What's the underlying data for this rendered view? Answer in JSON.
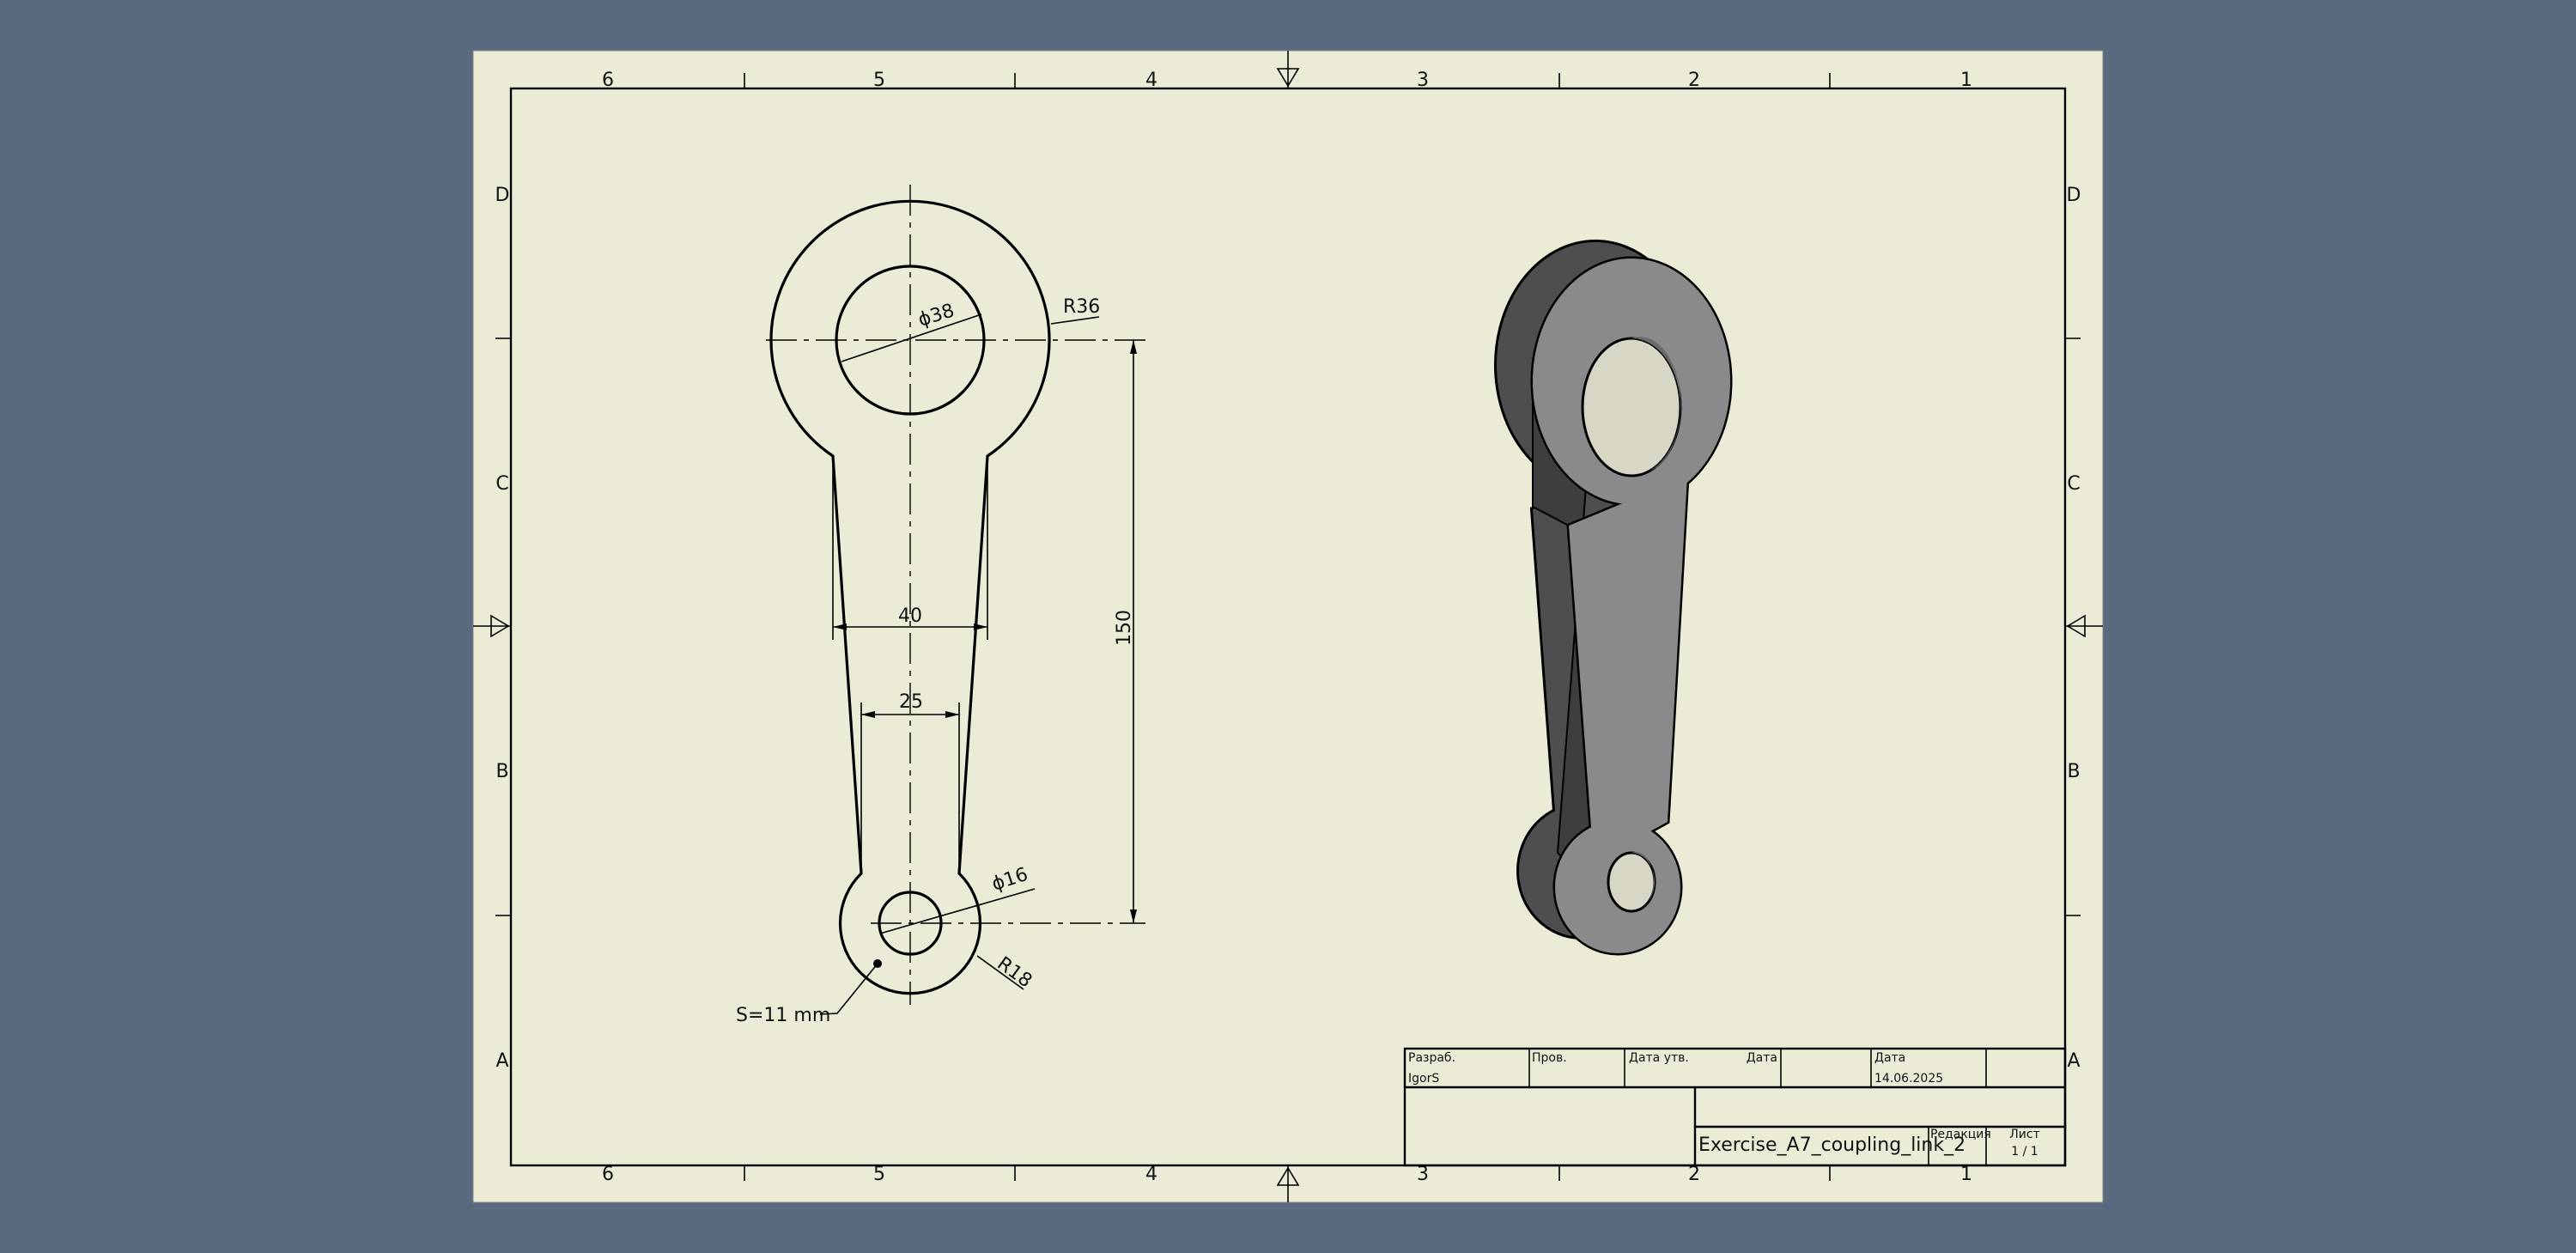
{
  "zones": {
    "columns": [
      "6",
      "5",
      "4",
      "3",
      "2",
      "1"
    ],
    "rows": [
      "D",
      "C",
      "B",
      "A"
    ]
  },
  "front_view": {
    "dimensions": {
      "hole_large": "ϕ38",
      "outer_radius": "R36",
      "width_top": "40",
      "width_bottom": "25",
      "center_distance": "150",
      "hole_small": "ϕ16",
      "small_radius": "R18",
      "thickness_note": "S=11 mm"
    }
  },
  "title_block": {
    "developer_label": "Разраб.",
    "developer": "IgorS",
    "checked_label": "Пров.",
    "approved_date_label": "Дата утв.",
    "date_label_1": "Дата",
    "date_label_2": "Дата",
    "date": "14.06.2025",
    "drawing_title": "Exercise_A7_coupling_link_2",
    "revision_label": "Редакция",
    "sheet_label": "Лист",
    "sheet_value": "1 / 1"
  },
  "colors": {
    "background": "#5a6a7e",
    "paper": "#ecebd6",
    "face_light": "#8a8a8a",
    "face_dark": "#4a4a4a"
  }
}
